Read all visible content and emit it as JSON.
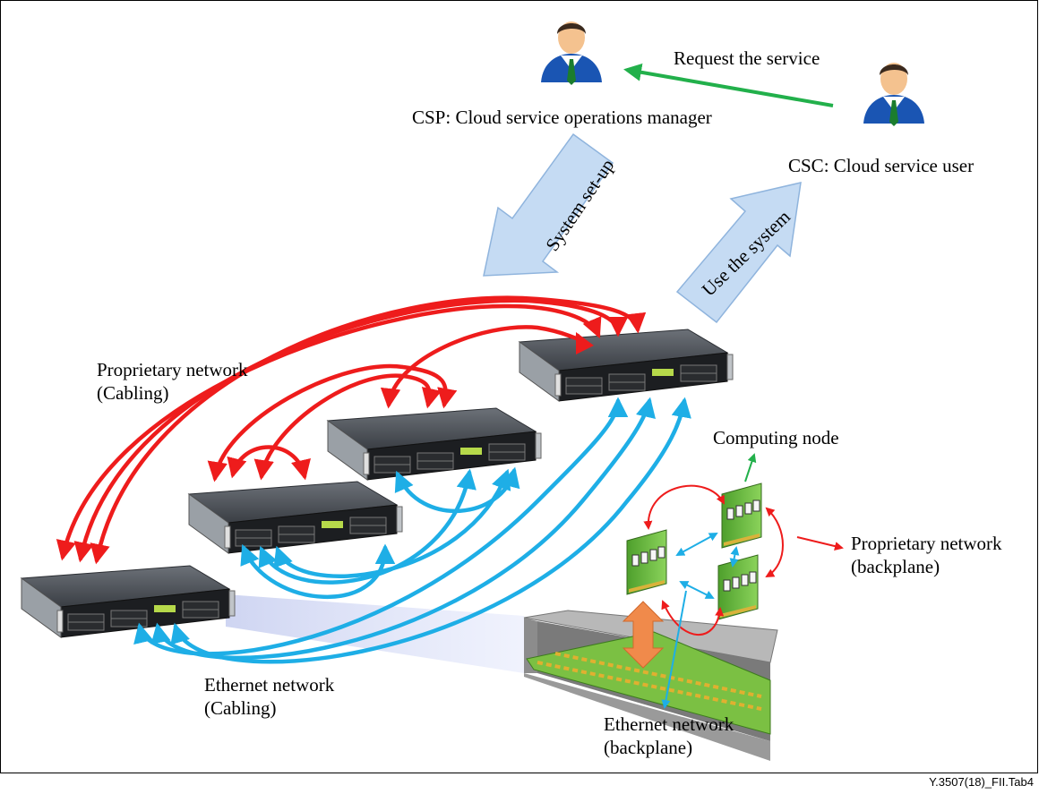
{
  "labels": {
    "csp": "CSP: Cloud service operations manager",
    "csc": "CSC: Cloud service user",
    "request": "Request the service",
    "setup": "System set-up",
    "use": "Use the system",
    "prop_cabling_1": "Proprietary network",
    "prop_cabling_2": "(Cabling)",
    "eth_cabling_1": "Ethernet network",
    "eth_cabling_2": "(Cabling)",
    "computing_node": "Computing node",
    "prop_backplane_1": "Proprietary network",
    "prop_backplane_2": "(backplane)",
    "eth_backplane_1": "Ethernet network",
    "eth_backplane_2": "(backplane)"
  },
  "figure_id": "Y.3507(18)_FII.Tab4",
  "colors": {
    "proprietary": "#ee1c1c",
    "ethernet": "#1eaee6",
    "request_arrow": "#22b04b",
    "block_arrow_fill": "#c5dbf3",
    "block_arrow_stroke": "#8fb4dd",
    "server_body": "#3b3f44",
    "board": "#6cba3c",
    "chassis": "#8c8c8c"
  },
  "icons": [
    "person-icon",
    "server-icon",
    "computing-node-board-icon",
    "chassis-icon"
  ]
}
